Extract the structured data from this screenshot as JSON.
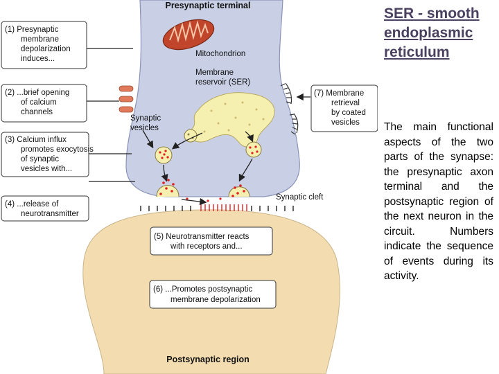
{
  "diagram": {
    "presynaptic_title": "Presynaptic terminal",
    "postsynaptic_title": "Postsynaptic region",
    "label_mitochondrion": "Mitochondrion",
    "label_reservoir": [
      "Membrane",
      "reservoir (SER)"
    ],
    "label_vesicles": [
      "Synaptic",
      "vesicles"
    ],
    "label_cleft": "Synaptic cleft",
    "steps": [
      {
        "lines": [
          "(1)  Presynaptic",
          "membrane",
          "depolarization",
          "induces..."
        ]
      },
      {
        "lines": [
          "(2)  ...brief opening",
          "of calcium",
          "channels"
        ]
      },
      {
        "lines": [
          "(3)  Calcium influx",
          "promotes exocytosis",
          "of synaptic",
          "vesicles with..."
        ]
      },
      {
        "lines": [
          "(4)  ...release of",
          "neurotransmitter"
        ]
      },
      {
        "lines": [
          "(5)  Neurotransmitter reacts",
          "with receptors and..."
        ]
      },
      {
        "lines": [
          "(6)  ...Promotes postsynaptic",
          "membrane depolarization"
        ]
      },
      {
        "lines": [
          "(7)  Membrane",
          "retrieval",
          "by coated",
          "vesicles"
        ]
      }
    ]
  },
  "sidebar": {
    "title": "SER - smooth endoplasmic reticulum",
    "description": "The main functional aspects of the two parts of the synapse: the presynaptic axon terminal and the postsynaptic region of the next neuron in the circuit. Numbers indicate the sequence of events during its activity."
  },
  "colors": {
    "presynaptic": "#c9d0e6",
    "postsynaptic": "#f3ddb0",
    "mitochondrion": "#c0452b",
    "reservoir": "#f6f0b0",
    "neurotransmitter": "#e02020",
    "calcium_channel": "#e07a5a",
    "title_text": "#4a4060"
  }
}
